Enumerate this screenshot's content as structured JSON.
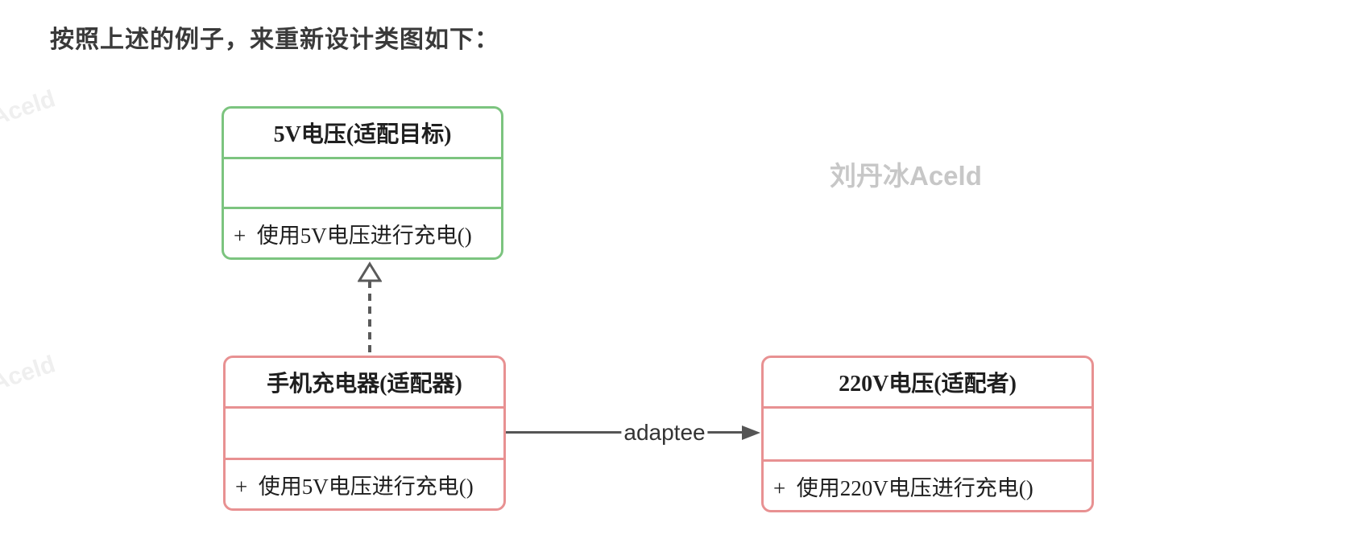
{
  "heading": "按照上述的例子，来重新设计类图如下：",
  "watermarks": {
    "main": "刘丹冰Aceld",
    "corner_top": "Aceld",
    "corner_bottom": "Aceld"
  },
  "colors": {
    "target_border": "#7cc47f",
    "adapter_border": "#e89192",
    "adaptee_border": "#e89192",
    "arrow": "#555555",
    "box_text": "#1f1f1f",
    "watermark_main": "#c7c7c7",
    "watermark_faint": "#efefef"
  },
  "diagram": {
    "classes": [
      {
        "role": "target",
        "title": "5V电压(适配目标)",
        "attributes": "",
        "methods": "+  使用5V电压进行充电()"
      },
      {
        "role": "adapter",
        "title": "手机充电器(适配器)",
        "attributes": "",
        "methods": "+  使用5V电压进行充电()"
      },
      {
        "role": "adaptee",
        "title": "220V电压(适配者)",
        "attributes": "",
        "methods": "+  使用220V电压进行充电()"
      }
    ],
    "relations": [
      {
        "type": "realization",
        "from": "手机充电器(适配器)",
        "to": "5V电压(适配目标)",
        "label": ""
      },
      {
        "type": "association",
        "from": "手机充电器(适配器)",
        "to": "220V电压(适配者)",
        "label": "adaptee"
      }
    ]
  }
}
